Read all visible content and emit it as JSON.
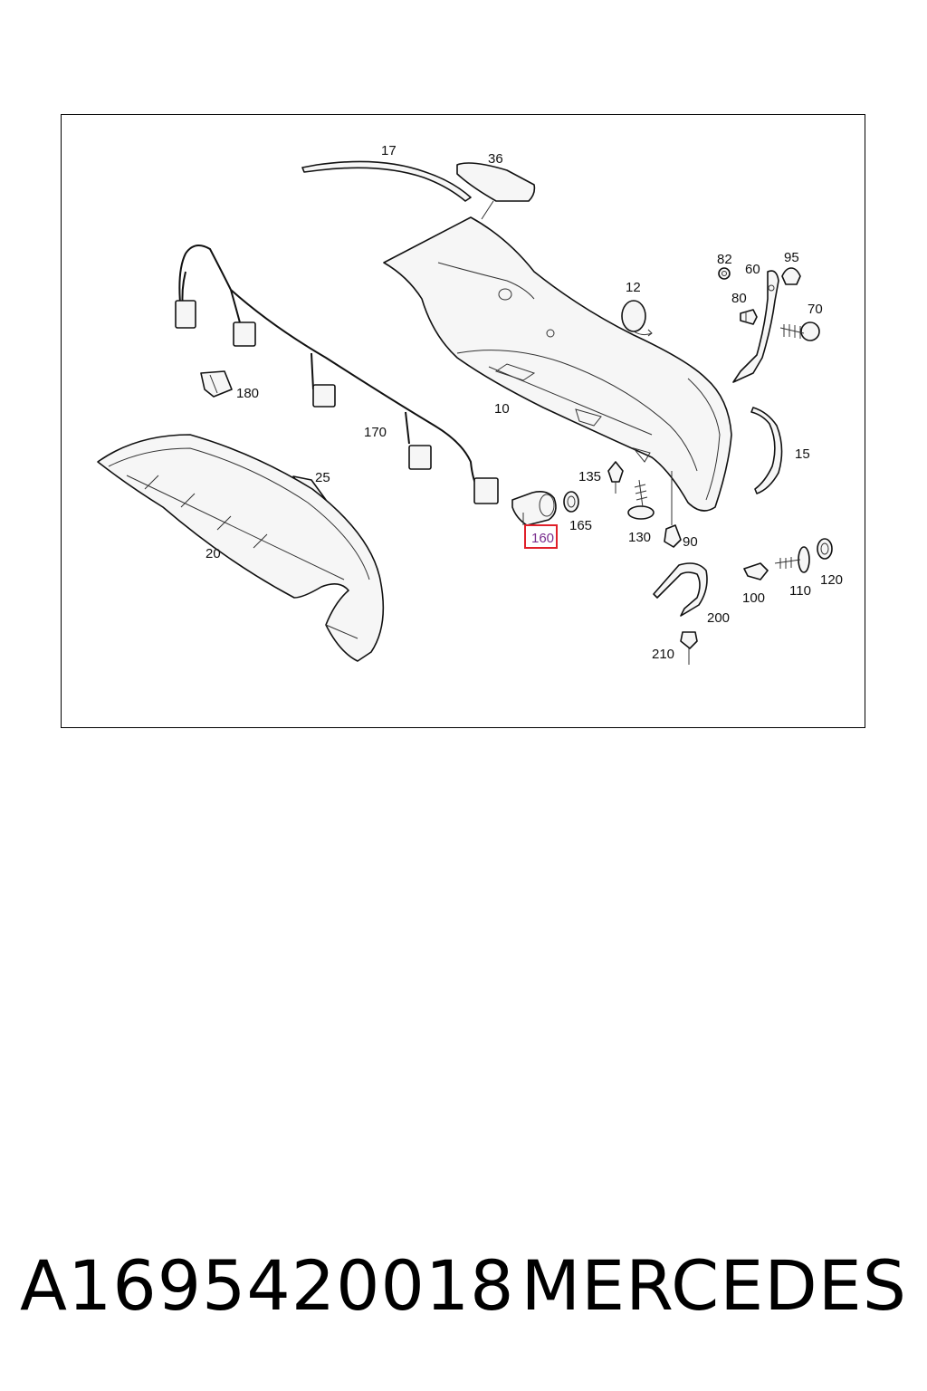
{
  "caption": {
    "part_number": "A1695420018",
    "brand": "MERCEDES"
  },
  "diagram": {
    "highlighted_part": "160",
    "highlight_color": "#e0202a",
    "callouts": {
      "p17": "17",
      "p36": "36",
      "p12": "12",
      "p82": "82",
      "p95": "95",
      "p60": "60",
      "p80": "80",
      "p70": "70",
      "p180": "180",
      "p10": "10",
      "p170": "170",
      "p15": "15",
      "p25": "25",
      "p135": "135",
      "p165": "165",
      "p160": "160",
      "p130": "130",
      "p90": "90",
      "p20": "20",
      "p100": "100",
      "p110": "110",
      "p120": "120",
      "p200": "200",
      "p210": "210"
    }
  }
}
